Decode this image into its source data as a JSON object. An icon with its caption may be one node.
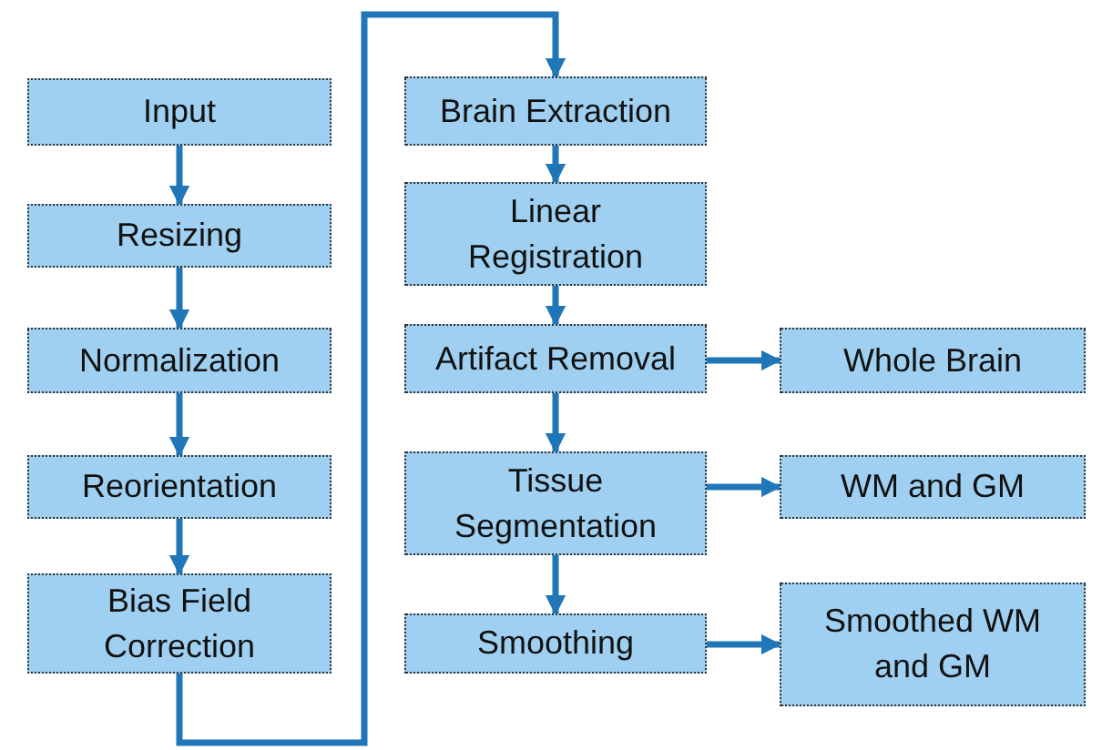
{
  "diagram": {
    "nodes": [
      {
        "text": [
          "Input"
        ]
      },
      {
        "text": [
          "Resizing"
        ]
      },
      {
        "text": [
          "Normalization"
        ]
      },
      {
        "text": [
          "Reorientation"
        ]
      },
      {
        "text": [
          "Bias Field Correction"
        ]
      },
      {
        "text": [
          "Brain Extraction"
        ]
      },
      {
        "text": [
          "Linear Registration"
        ]
      },
      {
        "text": [
          "Artifact Removal"
        ]
      },
      {
        "text": [
          "Tissue Segmentation"
        ]
      },
      {
        "text": [
          "Smoothing"
        ]
      },
      {
        "text": [
          "Whole Brain"
        ]
      },
      {
        "text": [
          "WM and GM"
        ]
      },
      {
        "text": [
          "Smoothed WM and GM"
        ]
      }
    ],
    "edges": [
      {
        "from": 0,
        "to": 1,
        "arrow": "to"
      },
      {
        "from": 1,
        "to": 2,
        "arrow": "to"
      },
      {
        "from": 2,
        "to": 3,
        "arrow": "to"
      },
      {
        "from": 3,
        "to": 4,
        "arrow": "to"
      },
      {
        "from": 4,
        "to": 5,
        "arrow": "to"
      },
      {
        "from": 5,
        "to": 6,
        "arrow": "to"
      },
      {
        "from": 6,
        "to": 7,
        "arrow": "to"
      },
      {
        "from": 7,
        "to": 8,
        "arrow": "to"
      },
      {
        "from": 8,
        "to": 9,
        "arrow": "to"
      },
      {
        "from": 7,
        "to": 10,
        "arrow": "to"
      },
      {
        "from": 8,
        "to": 11,
        "arrow": "to"
      },
      {
        "from": 9,
        "to": 12,
        "arrow": "to"
      }
    ]
  }
}
